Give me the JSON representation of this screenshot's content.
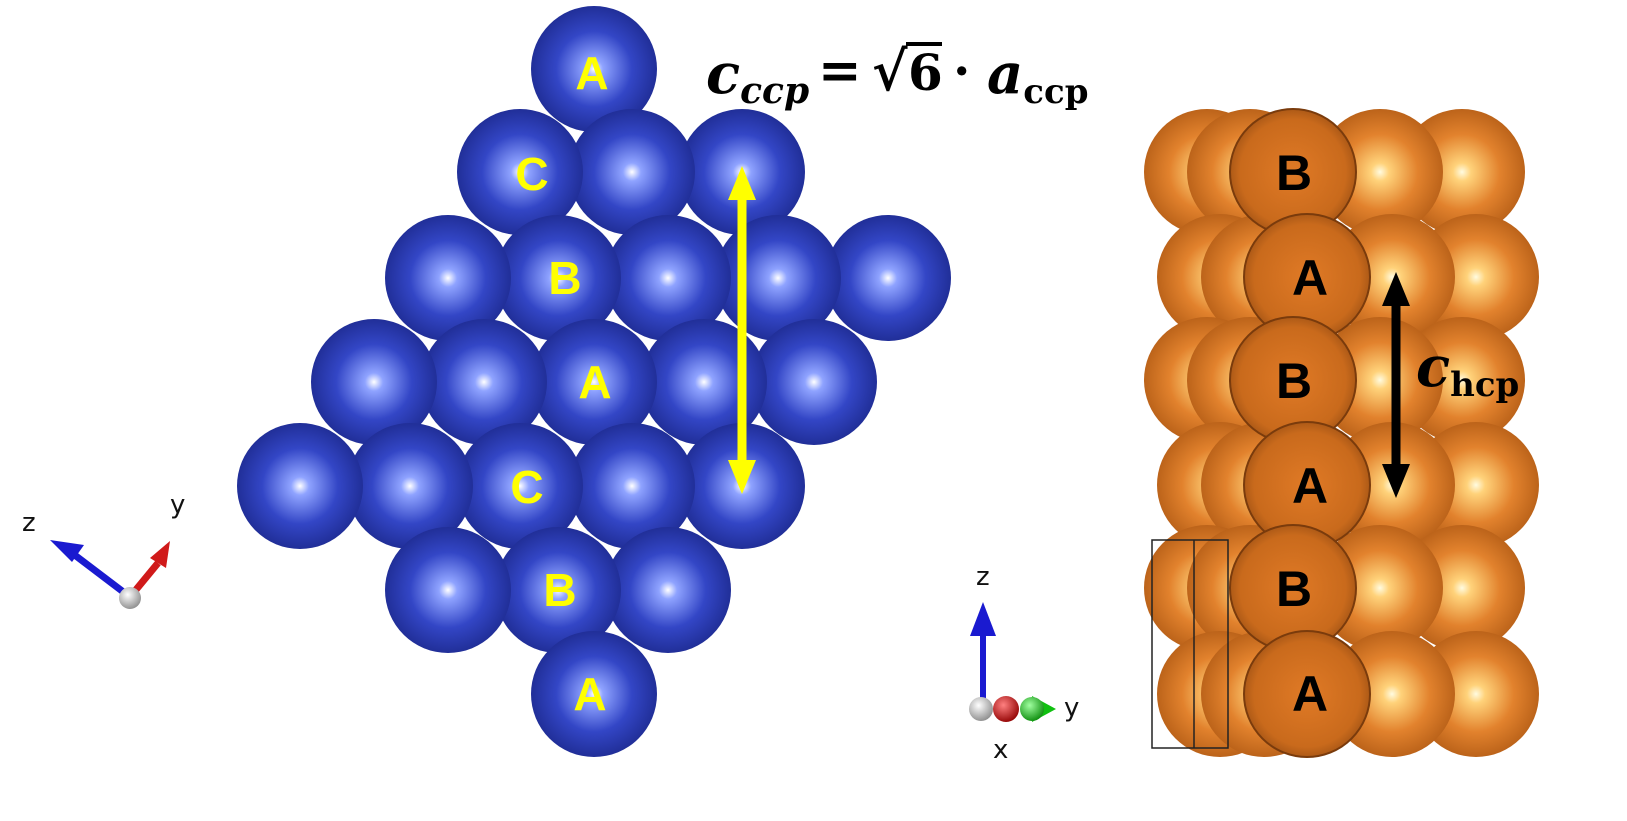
{
  "ccp": {
    "layer_labels": [
      "A",
      "C",
      "B",
      "A",
      "C",
      "B",
      "A"
    ],
    "color": "#2a3fb8",
    "arrow_color": "#ffff00"
  },
  "formula": {
    "lhs_symbol": "c",
    "lhs_subscript": "ccp",
    "equals": "=",
    "sqrt_symbol": "√",
    "radicand": "6",
    "dot": "·",
    "rhs_symbol": "a",
    "rhs_subscript": "ccp"
  },
  "hcp": {
    "layer_labels": [
      "B",
      "A",
      "B",
      "A",
      "B",
      "A"
    ],
    "color": "#d2711f",
    "arrow_color": "#000000",
    "arrow_symbol": "c",
    "arrow_subscript": "hcp"
  },
  "axes_left": {
    "z_label": "z",
    "y_label": "y",
    "z_color": "#1a1ad0",
    "y_color": "#d01a1a"
  },
  "axes_right": {
    "z_label": "z",
    "y_label": "y",
    "x_label": "x",
    "z_color": "#1a1ad0",
    "y_color": "#10c010",
    "x_color": "#c01010"
  }
}
